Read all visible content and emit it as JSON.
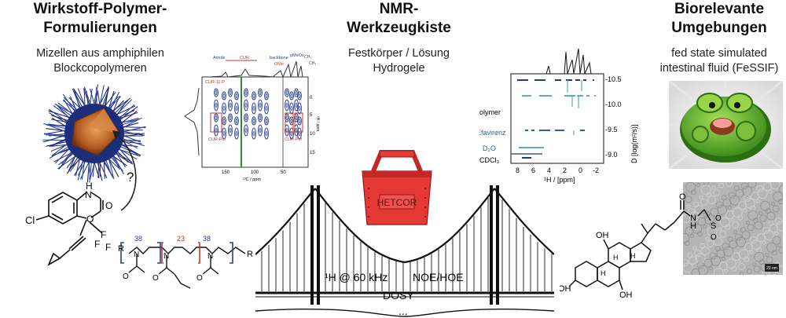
{
  "left": {
    "title_line1": "Wirkstoff-Polymer-",
    "title_line2": "Formulierungen",
    "subtitle_line1": "Mizellen aus amphiphilen",
    "subtitle_line2": "Blockcopolymeren",
    "question_mark": "?",
    "molecule_labels": {
      "cl": "Cl",
      "o": "O",
      "h": "H",
      "n": "N",
      "f1": "F",
      "f2": "F",
      "f3": "F"
    },
    "polymer_labels": {
      "r_left": "R",
      "r_right": "R",
      "n1": "38",
      "n2": "23",
      "n3": "38",
      "n_a": "N",
      "n_b": "N",
      "n_c": "N",
      "o_a": "O",
      "o_b": "O",
      "o_c": "O"
    }
  },
  "center": {
    "title_line1": "NMR-",
    "title_line2": "Werkzeugkiste",
    "subtitle_line1": "Festkörper / Lösung",
    "subtitle_line2": "Hydrogele",
    "toolbox_label": "HETCOR",
    "bridge_text1": "¹H @ 60 kHz",
    "bridge_text2": "NOE/HOE",
    "bridge_text3": "DOSY",
    "bridge_text4": "...",
    "hetcor": {
      "label_amide": "Amide",
      "label_cur": "CUR",
      "label_backbone": "backbone",
      "label_pmeox": "pMeOx",
      "label_ome": "OMe",
      "label_ch3a": "CH₃",
      "label_ch3b": "CH₃",
      "inset_label": "CUR-11-P",
      "box_label1": "CUR-Pol",
      "box_label2": "CUR-Pol",
      "x_ticks": [
        "150",
        "100",
        "50"
      ],
      "y_ticks": [
        "0",
        "5",
        "10",
        "15"
      ],
      "x_axis_label": "¹³C / ppm",
      "y_axis_label": "¹H / ppm"
    },
    "dosy": {
      "label_polymer": "Polymer",
      "label_efavirenz": "Efavirenz",
      "label_d2o": "D₂O",
      "label_cdcl3": "CDCl₃",
      "x_ticks": [
        "8",
        "6",
        "4",
        "2",
        "0",
        "-2"
      ],
      "y_ticks": [
        "-10.5",
        "-10.0",
        "-9.5",
        "-9.0"
      ],
      "x_axis_label": "¹H / [ppm]",
      "y_axis_label": "D [log(m²/s)]"
    }
  },
  "right": {
    "title_line1": "Biorelevante",
    "title_line2": "Umgebungen",
    "subtitle_line1": "fed state simulated",
    "subtitle_line2": "intestinal fluid (FeSSIF)",
    "scale_label": "20 nm",
    "molecule_labels": {
      "oh1": "OH",
      "oh2": "OH",
      "oh3": "OH",
      "h1": "H",
      "h2": "H",
      "h3": "H",
      "o": "O",
      "n": "N",
      "h_n": "H",
      "s": "S",
      "o_s1": "O",
      "o_s2": "O"
    }
  }
}
